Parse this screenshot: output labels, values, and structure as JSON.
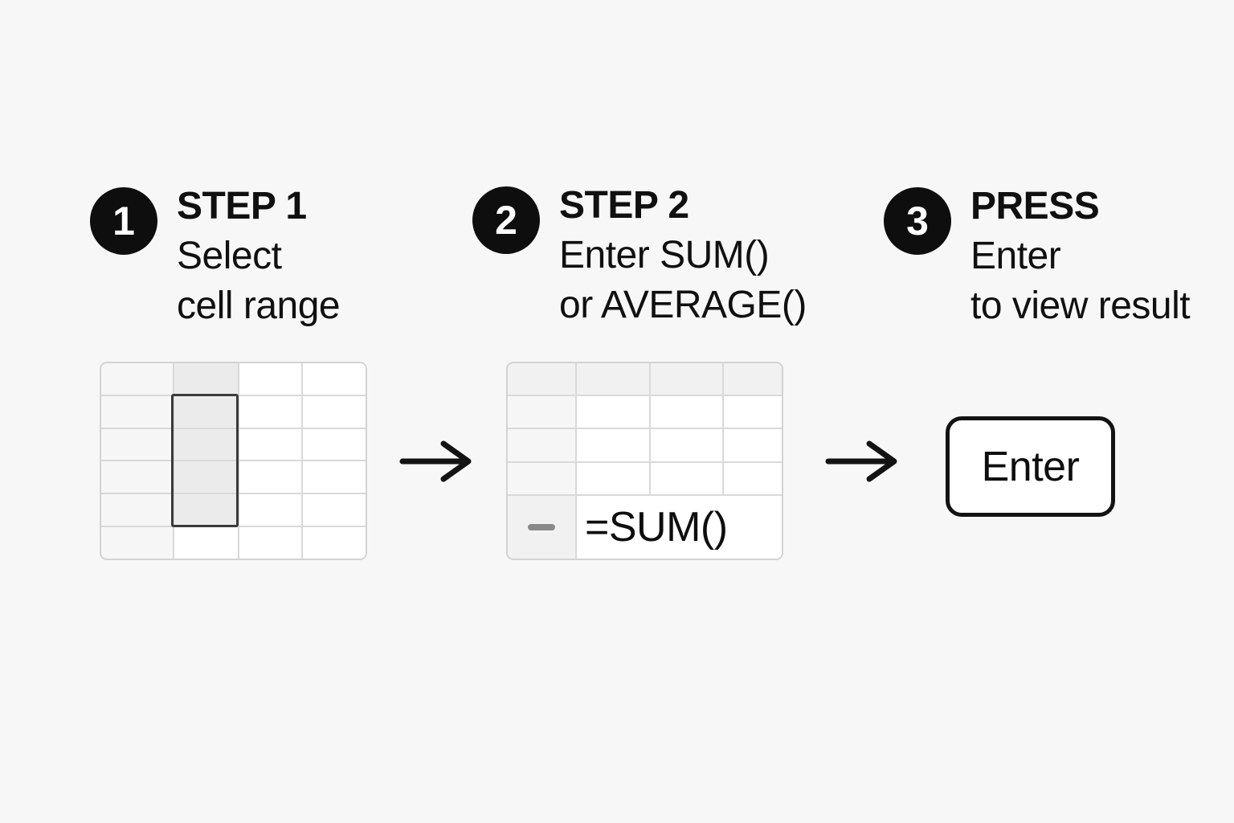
{
  "title": "Spreadsheet formula steps infographic",
  "colors": {
    "background": "#f7f7f8",
    "text": "#101010",
    "badge_bg": "#0e0e0e",
    "badge_text": "#ffffff",
    "grid_line": "#d9d9d9",
    "grid_border": "#d3d3d3",
    "header_col_fill": "#f6f6f6",
    "header_row_fill": "#f1f1f1",
    "selected_fill": "#ebebeb",
    "selection_border": "#3b3b3b",
    "dash": "#8a8a8a",
    "enter_key_border": "#131313",
    "enter_key_fill": "#ffffff",
    "arrow": "#131313"
  },
  "steps": [
    {
      "badge": "1",
      "title": "STEP 1",
      "line1": "Select",
      "line2": "cell range"
    },
    {
      "badge": "2",
      "title": "STEP 2",
      "line1": "Enter SUM()",
      "line2": "or AVERAGE()"
    },
    {
      "badge": "3",
      "title": "PRESS",
      "line1": "Enter",
      "line2": "to view result"
    }
  ],
  "grids": {
    "selection_grid": {
      "columns": 4,
      "rows": 6,
      "cells": [
        [
          "c",
          "h",
          "w",
          "w"
        ],
        [
          "c",
          "s",
          "w",
          "w"
        ],
        [
          "c",
          "s",
          "w",
          "w"
        ],
        [
          "c",
          "s",
          "w",
          "w"
        ],
        [
          "c",
          "s",
          "w",
          "w"
        ],
        [
          "c",
          "w",
          "w",
          "w"
        ]
      ],
      "selection": {
        "column": 2,
        "row_start": 2,
        "row_end": 5
      }
    },
    "formula_grid": {
      "columns": 4,
      "rows": 5,
      "cells": [
        [
          "H",
          "H",
          "H",
          "H"
        ],
        [
          "c",
          "w",
          "w",
          "w"
        ],
        [
          "c",
          "w",
          "w",
          "w"
        ],
        [
          "c",
          "w",
          "w",
          "w"
        ],
        [
          "D",
          "F",
          "",
          ""
        ]
      ],
      "formula": "=SUM()"
    }
  },
  "icons": {
    "arrow1": "arrow-right-icon",
    "arrow2": "arrow-right-icon",
    "dash": "minus-dash-icon"
  },
  "enter_key": {
    "label": "Enter"
  }
}
